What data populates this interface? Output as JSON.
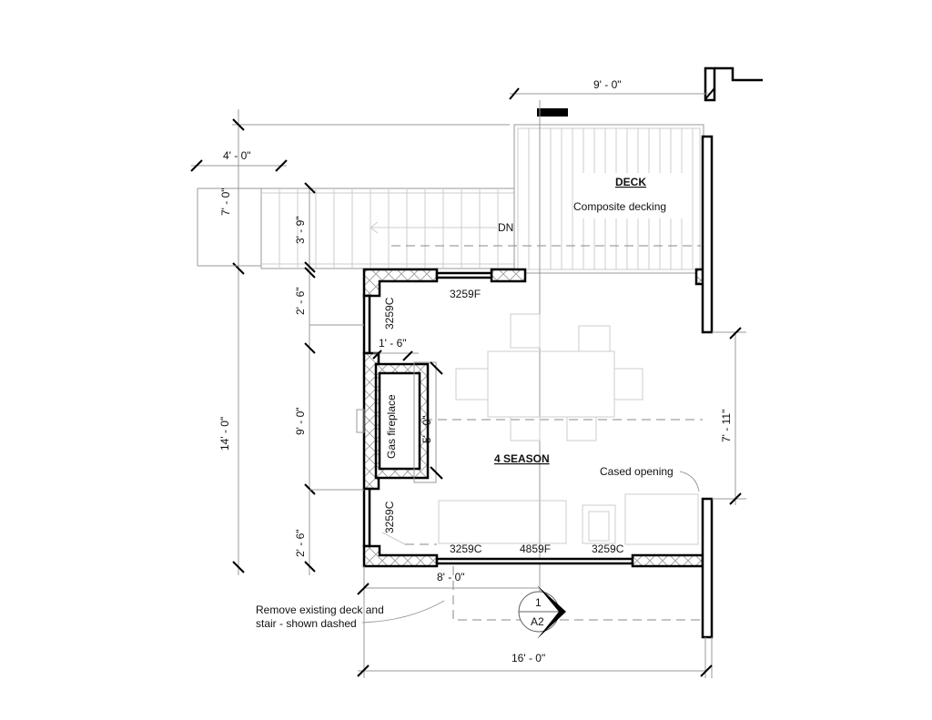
{
  "title": "4 Season room floor plan",
  "rooms": {
    "deck": {
      "name": "DECK",
      "note": "Composite decking"
    },
    "season": {
      "name": "4 SEASON"
    }
  },
  "stair": {
    "label": "DN"
  },
  "fireplace": {
    "label": "Gas fireplace"
  },
  "windows": {
    "top": "3259F",
    "left_upper": "3259C",
    "left_lower": "3259C",
    "bottom_left": "3259C",
    "bottom_center": "4859F",
    "bottom_right": "3259C"
  },
  "dimensions": {
    "deck_width": "9' - 0\"",
    "stair_width": "4' - 0\"",
    "stair_depth": "7' - 0\"",
    "stair_run": "3' - 9\"",
    "left_top": "2' - 6\"",
    "left_mid": "9' - 0\"",
    "left_bottom": "2' - 6\"",
    "overall_height": "14' - 0\"",
    "fireplace_offset": "1' - 6\"",
    "fireplace_width": "5' - 0\"",
    "opening": "7' - 11\"",
    "bottom_partial": "8' - 0\"",
    "overall_width": "16' - 0\""
  },
  "annotations": {
    "cased_opening": "Cased opening",
    "remove_line1": "Remove existing deck and",
    "remove_line2": "stair - shown dashed"
  },
  "section_marker": {
    "number": "1",
    "sheet": "A2"
  }
}
